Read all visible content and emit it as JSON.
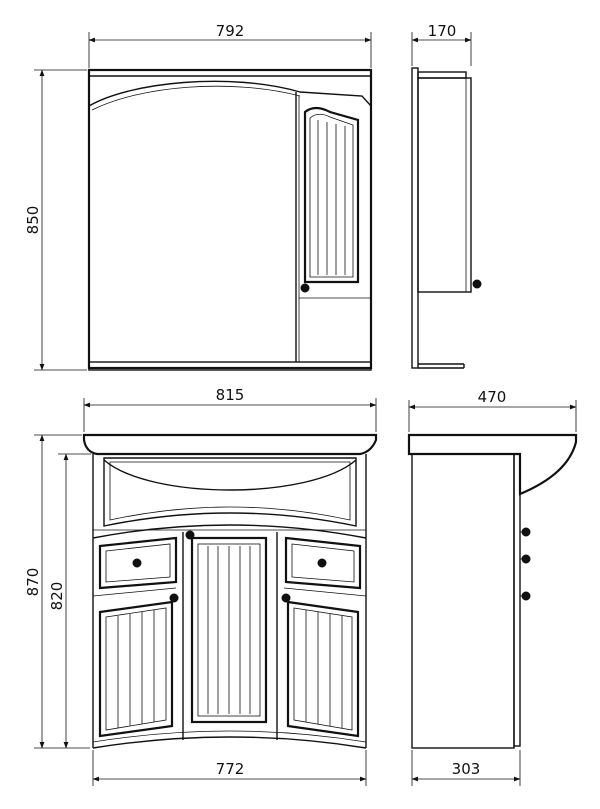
{
  "dimensions": {
    "mirror_cabinet_width": "792",
    "mirror_cabinet_depth": "170",
    "mirror_cabinet_height": "850",
    "basin_width": "815",
    "basin_depth": "470",
    "vanity_total_height": "870",
    "vanity_body_height": "820",
    "vanity_body_width": "772",
    "vanity_body_depth": "303"
  },
  "colors": {
    "line": "#111111",
    "background": "#ffffff"
  }
}
